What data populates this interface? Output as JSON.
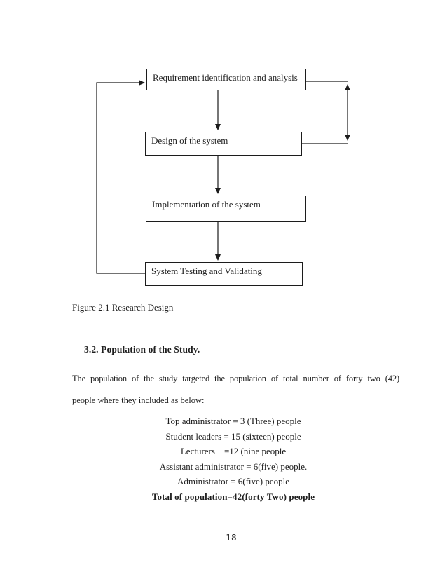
{
  "texts": {
    "figure_caption": "Figure 2.1 Research Design",
    "section_heading": "3.2. Population of the Study.",
    "paragraph_line1": "The population of the study targeted the population of total number of forty two (42)",
    "paragraph_line2": "people where they included as below:",
    "page_number": "18"
  },
  "flowchart": {
    "line_color": "#1c1c1c",
    "boxes": [
      {
        "label": "Requirement identification and analysis"
      },
      {
        "label": "Design of the system"
      },
      {
        "label": "Implementation of the system"
      },
      {
        "label": "System Testing and Validating"
      }
    ]
  },
  "population": {
    "lines": [
      "Top administrator = 3 (Three) people",
      "Student leaders = 15 (sixteen) people",
      "Lecturers    =12 (nine people",
      "Assistant administrator = 6(five) people.",
      "Administrator = 6(five) people"
    ],
    "total": "Total of population=42(forty Two) people"
  }
}
